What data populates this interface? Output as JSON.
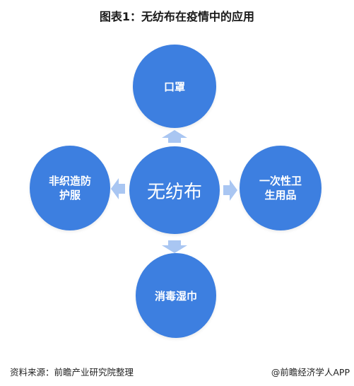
{
  "title": "图表1：无纺布在疫情中的应用",
  "nodes": {
    "center": "无纺布",
    "top": "口罩",
    "left_line1": "非织造防",
    "left_line2": "护服",
    "right_line1": "一次性卫",
    "right_line2": "生用品",
    "bottom": "消毒湿巾"
  },
  "footer": {
    "source": "资料来源：前瞻产业研究院整理",
    "brand": "@前瞻经济学人APP"
  },
  "colors": {
    "circle": "#3d7fe0",
    "arrow": "#a9c6f2"
  }
}
